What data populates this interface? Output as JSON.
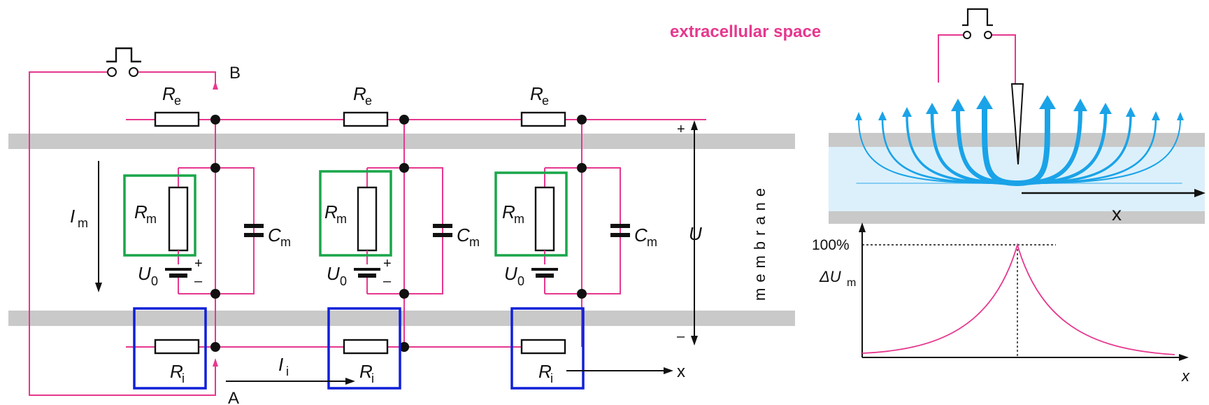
{
  "header": {
    "extracellular_label": "extracellular space"
  },
  "circuit": {
    "node_b": "B",
    "node_a": "A",
    "re_symbol": "R",
    "re_sub": "e",
    "rm_symbol": "R",
    "rm_sub": "m",
    "cm_symbol": "C",
    "cm_sub": "m",
    "u0_symbol": "U",
    "u0_sub": "0",
    "ri_symbol": "R",
    "ri_sub": "i",
    "im_symbol": "I",
    "im_sub": "m",
    "ii_symbol": "I",
    "ii_sub": "i",
    "u_label": "U",
    "plus": "+",
    "minus": "–",
    "x_label": "x",
    "membrane_label": "membrane"
  },
  "spread": {
    "x_label": "x"
  },
  "graph": {
    "percent_label": "100%",
    "y_symbol": "ΔU",
    "y_sub": "m",
    "x_label": "x"
  },
  "colors": {
    "wire": "#e6388f",
    "membrane": "#c9c9c9",
    "green_box": "#1aa64a",
    "blue_box": "#1020d8",
    "arrows": "#1aa3e8",
    "inner_space": "#dcf0fb"
  }
}
